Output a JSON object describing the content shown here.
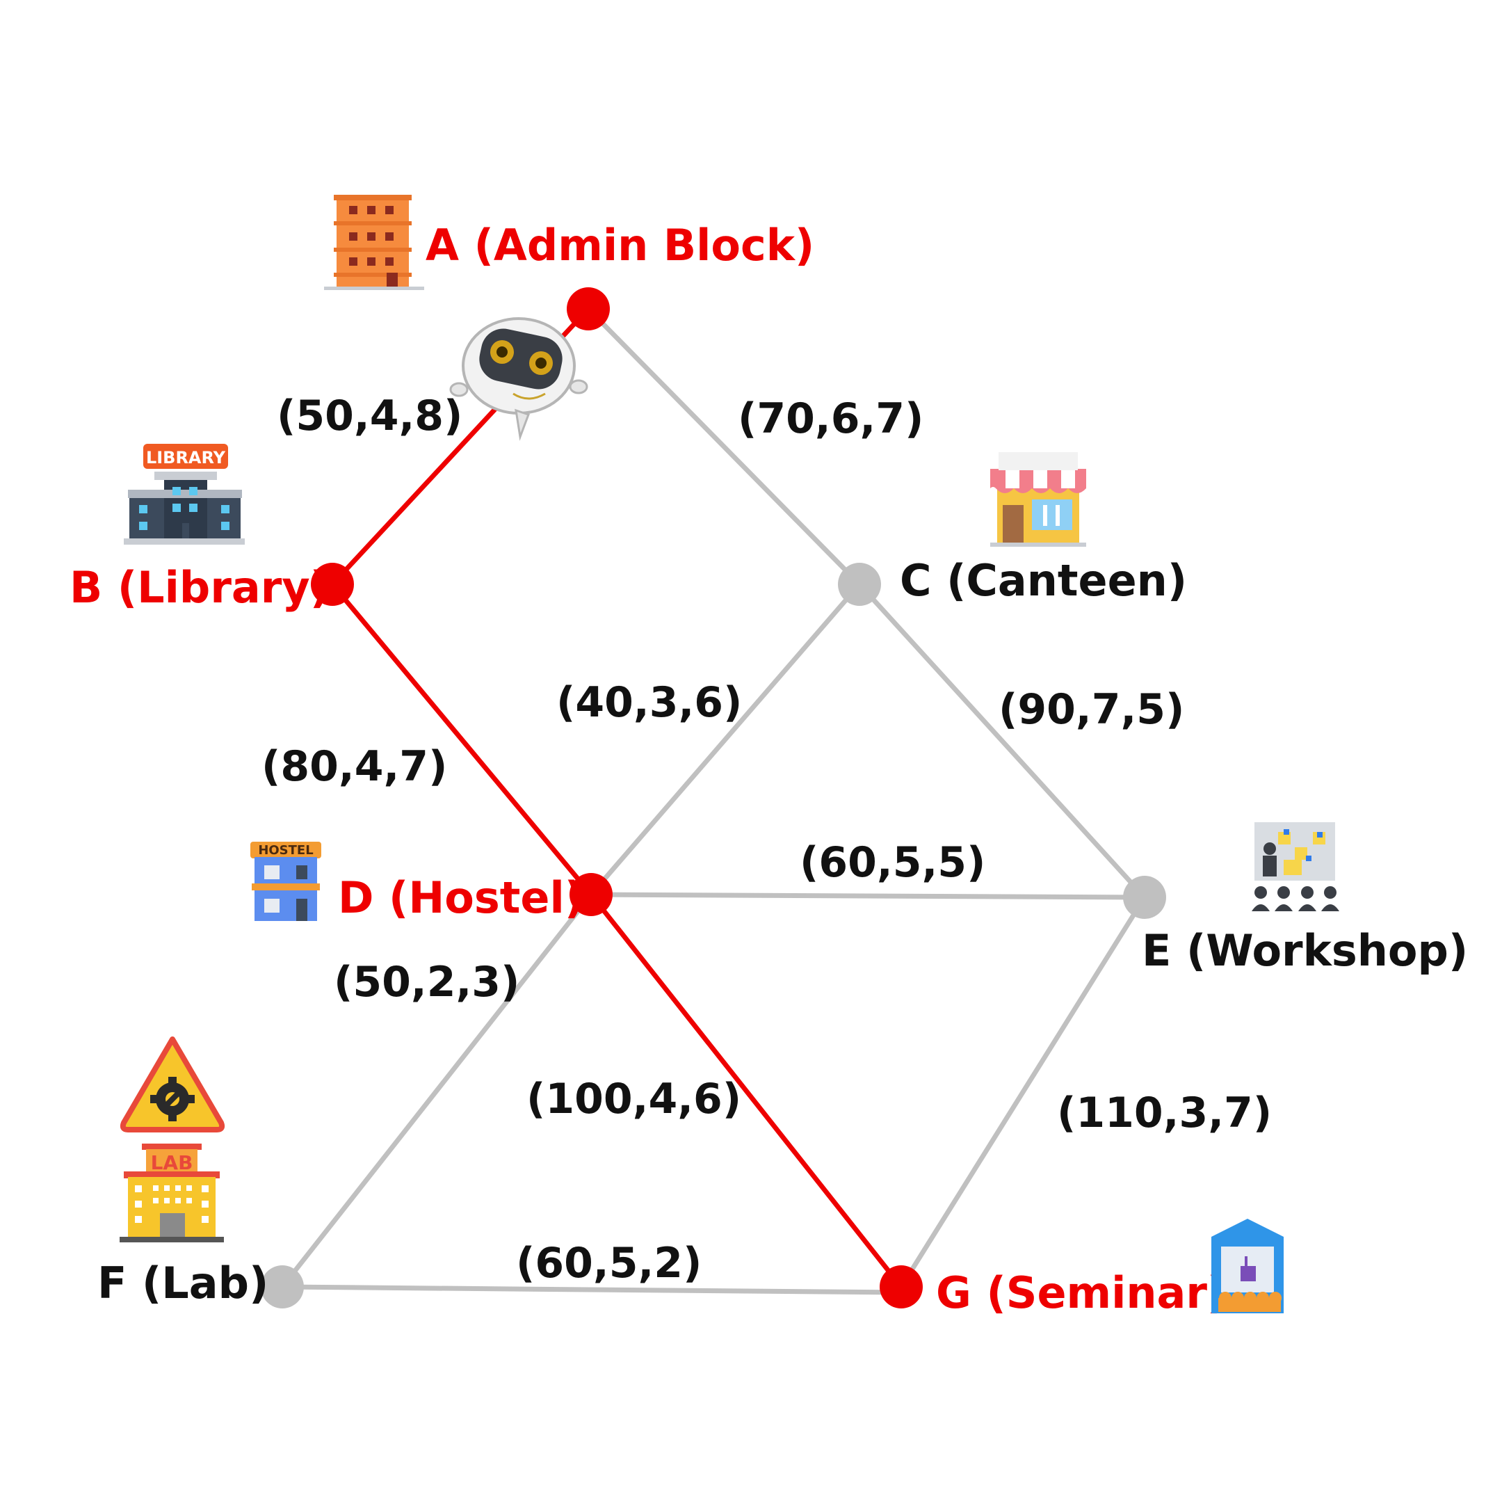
{
  "nodes": [
    {
      "id": "A",
      "label": "A (Admin Block)",
      "on_path": true,
      "icon": "admin-building-icon"
    },
    {
      "id": "B",
      "label": "B (Library)",
      "on_path": true,
      "icon": "library-building-icon"
    },
    {
      "id": "C",
      "label": "C (Canteen)",
      "on_path": false,
      "icon": "canteen-shop-icon"
    },
    {
      "id": "D",
      "label": "D (Hostel)",
      "on_path": true,
      "icon": "hostel-building-icon"
    },
    {
      "id": "E",
      "label": "E (Workshop)",
      "on_path": false,
      "icon": "workshop-presentation-icon"
    },
    {
      "id": "F",
      "label": "F (Lab)",
      "on_path": false,
      "icon": "lab-building-icon"
    },
    {
      "id": "G",
      "label": "G (Seminar)",
      "on_path": true,
      "icon": "seminar-hall-icon"
    }
  ],
  "edges": [
    {
      "from": "A",
      "to": "B",
      "label": "(50,4,8)",
      "on_path": true
    },
    {
      "from": "A",
      "to": "C",
      "label": "(70,6,7)",
      "on_path": false
    },
    {
      "from": "B",
      "to": "D",
      "label": "(80,4,7)",
      "on_path": true
    },
    {
      "from": "C",
      "to": "D",
      "label": "(40,3,6)",
      "on_path": false
    },
    {
      "from": "C",
      "to": "E",
      "label": "(90,7,5)",
      "on_path": false
    },
    {
      "from": "D",
      "to": "E",
      "label": "(60,5,5)",
      "on_path": false
    },
    {
      "from": "D",
      "to": "F",
      "label": "(50,2,3)",
      "on_path": false
    },
    {
      "from": "D",
      "to": "G",
      "label": "(100,4,6)",
      "on_path": true
    },
    {
      "from": "E",
      "to": "G",
      "label": "(110,3,7)",
      "on_path": false
    },
    {
      "from": "F",
      "to": "G",
      "label": "(60,5,2)",
      "on_path": false
    }
  ],
  "robot": {
    "icon": "robot-icon",
    "on_edge": "A-B"
  },
  "hazard": {
    "icon": "warning-gear-icon",
    "near": "F"
  },
  "colors": {
    "path": "#EE0000",
    "inactive": "#C0C0C0",
    "text": "#111111"
  }
}
